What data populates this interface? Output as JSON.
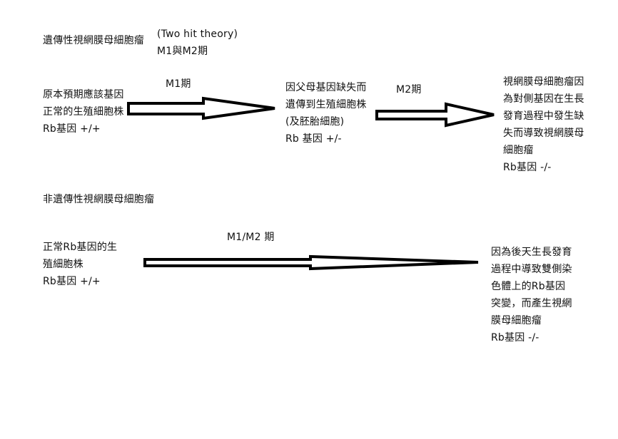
{
  "hereditary": {
    "title": "遺傳性視網膜母細胞瘤",
    "subtitle_lines": [
      "(Two hit theory)",
      "M1與M2期"
    ],
    "stage1": {
      "lines": [
        "原本預期應該基因",
        "正常的生殖細胞株",
        "Rb基因 +/+"
      ]
    },
    "arrow1_label": "M1期",
    "stage2": {
      "lines": [
        "因父母基因缺失而",
        "遺傳到生殖細胞株",
        "(及胚胎細胞)",
        "Rb 基因 +/-"
      ]
    },
    "arrow2_label": "M2期",
    "stage3": {
      "lines": [
        "視網膜母細胞瘤因",
        "為對側基因在生長",
        "發育過程中發生缺",
        "失而導致視網膜母",
        "細胞瘤",
        "Rb基因 -/-"
      ]
    }
  },
  "non_hereditary": {
    "title": "非遺傳性視網膜母細胞瘤",
    "stage1": {
      "lines": [
        "正常Rb基因的生",
        "殖細胞株",
        "Rb基因 +/+"
      ]
    },
    "arrow_label": "M1/M2 期",
    "stage2": {
      "lines": [
        "因為後天生長發育",
        "過程中導致雙側染",
        "色體上的Rb基因",
        "突變，而產生視網",
        "膜母細胞瘤",
        "Rb基因 -/-"
      ]
    }
  }
}
